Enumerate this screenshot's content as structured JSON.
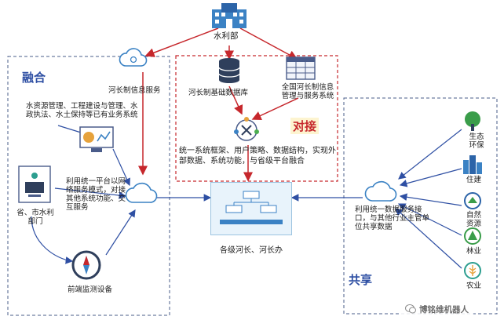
{
  "tags": {
    "fusion": "融合",
    "dock": "对接",
    "share": "共享"
  },
  "nodes": {
    "ministry": "水利部",
    "info_service": "河长制信息服务",
    "base_db": "河长制基础数据库",
    "national_system": "全国河长制信息管理与服务系统",
    "unify": "统一系统框架、用户策略、数据结构，实现外部数据、系统功能，与省级平台融合",
    "business": "水资源管理、工程建设与管理、水政执法、水土保持等已有业务系统",
    "platform": "利用统一平台以网络服务模式，对接其他系统功能、交互服务",
    "province": "省、市水利部门",
    "monitor": "前端监测设备",
    "center": "各级河长、河长办",
    "share_service": "利用统一数据服务接口，与其他行业主管单位共享数据"
  },
  "sectors": [
    {
      "name": "生态环保"
    },
    {
      "name": "住建"
    },
    {
      "name": "自然资源"
    },
    {
      "name": "林业"
    },
    {
      "name": "农业"
    }
  ],
  "watermark": "博铭维机器人",
  "colors": {
    "blue_line": "#2e4fa3",
    "red_line": "#c6272c",
    "cloud": "#3b82c4",
    "box_border": "#4a5c8a"
  }
}
